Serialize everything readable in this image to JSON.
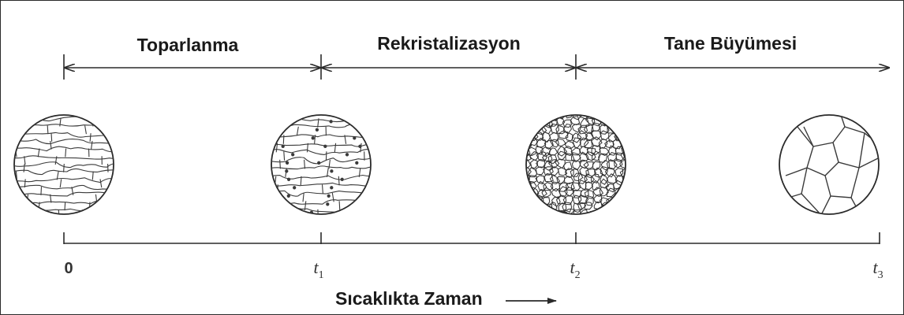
{
  "stages": [
    {
      "label": "Toparlanma"
    },
    {
      "label": "Rekristalizasyon"
    },
    {
      "label": "Tane Büyümesi"
    }
  ],
  "time_axis": {
    "title": "Sıcaklıkta Zaman",
    "ticks": [
      {
        "base": "0",
        "sub": ""
      },
      {
        "base": "t",
        "sub": "1"
      },
      {
        "base": "t",
        "sub": "2"
      },
      {
        "base": "t",
        "sub": "3"
      }
    ]
  },
  "colors": {
    "ink": "#2a2a2a",
    "background": "#ffffff"
  }
}
